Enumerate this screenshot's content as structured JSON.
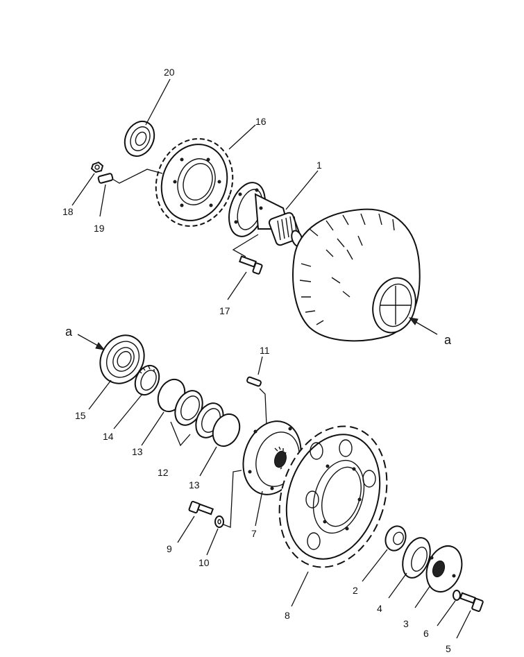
{
  "diagram": {
    "callouts": {
      "c20": "20",
      "c16": "16",
      "c1": "1",
      "c18": "18",
      "c19": "19",
      "c17": "17",
      "c11": "11",
      "c15": "15",
      "c14": "14",
      "c13a": "13",
      "c12": "12",
      "c13b": "13",
      "c9": "9",
      "c10": "10",
      "c7": "7",
      "c8": "8",
      "c2": "2",
      "c4": "4",
      "c3": "3",
      "c6": "6",
      "c5": "5"
    },
    "markers": {
      "a_left": "a",
      "a_right": "a"
    }
  }
}
